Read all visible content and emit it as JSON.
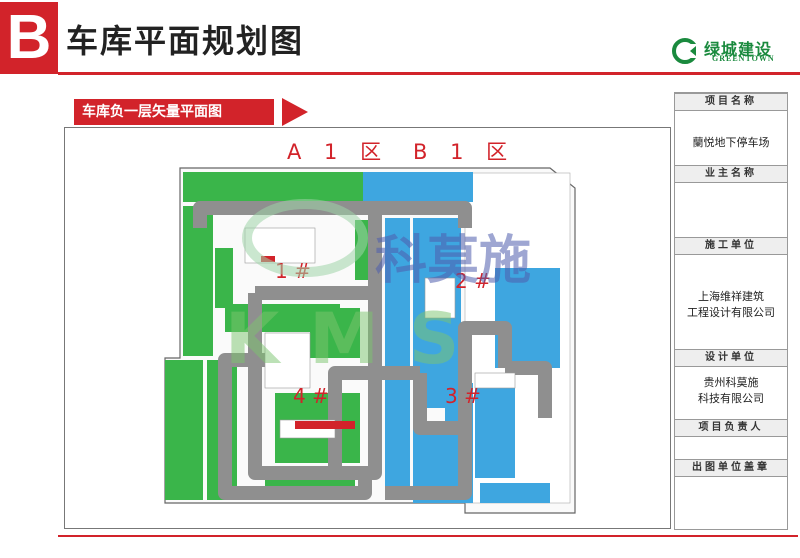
{
  "header": {
    "badge": "B",
    "title": "车库平面规划图",
    "logo_cn": "绿城建设",
    "logo_en": "GREENTOWN",
    "accent": "#d2232a",
    "brand_green": "#1a8a3e"
  },
  "plan": {
    "subtitle": "车库负一层矢量平面图",
    "zone_a": "A 1 区",
    "zone_b": "B 1 区",
    "area_labels": [
      "1 #",
      "2 #",
      "3 #",
      "4 #"
    ],
    "watermark_cn": "科莫施",
    "watermark_en": "KMS",
    "colors": {
      "zone_a": "#3ab54a",
      "zone_b": "#3ea6e0",
      "road": "#8f8f8f"
    }
  },
  "info_panel": {
    "project_name_label": "项目名称",
    "project_name": "蘭悦地下停车场",
    "owner_label": "业主名称",
    "owner": "",
    "contractor_label": "施工单位",
    "contractor_line1": "上海维祥建筑",
    "contractor_line2": "工程设计有限公司",
    "designer_label": "设计单位",
    "designer_line1": "贵州科莫施",
    "designer_line2": "科技有限公司",
    "manager_label": "项目负责人",
    "seal_label": "出图单位盖章"
  }
}
